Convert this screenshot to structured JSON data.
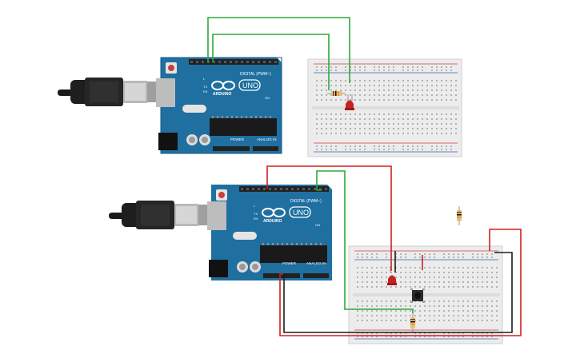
{
  "boards": [
    {
      "id": "arduino-top",
      "brand_label": "ARDUINO",
      "model_label": "UNO",
      "digital_label": "DIGITAL (PWM~)",
      "power_label": "POWER",
      "analog_label": "ANALOG IN",
      "tx_label": "TX",
      "rx_label": "RX",
      "l_label": "L",
      "on_label": "ON"
    },
    {
      "id": "arduino-bottom",
      "brand_label": "ARDUINO",
      "model_label": "UNO",
      "digital_label": "DIGITAL (PWM~)",
      "power_label": "POWER",
      "analog_label": "ANALOG IN",
      "tx_label": "TX",
      "rx_label": "RX",
      "l_label": "L",
      "on_label": "ON"
    }
  ],
  "colors": {
    "board": "#1f6fa0",
    "board_dark": "#175a84",
    "wire_green": "#2ea83b",
    "wire_red": "#d0201f",
    "wire_black": "#1b1b1b",
    "led": "#c4241f",
    "breadboard": "#ececec",
    "rail_red": "#d23b3b",
    "rail_blue": "#3b5fb8"
  },
  "components": {
    "top_circuit": [
      "usb-cable",
      "arduino-uno",
      "breadboard",
      "resistor",
      "red-led",
      "green-wire",
      "green-wire"
    ],
    "bottom_circuit": [
      "usb-cable",
      "arduino-uno",
      "breadboard",
      "red-led",
      "push-button",
      "resistor",
      "red-wire",
      "black-wire",
      "green-wire"
    ],
    "loose": [
      "resistor"
    ]
  }
}
